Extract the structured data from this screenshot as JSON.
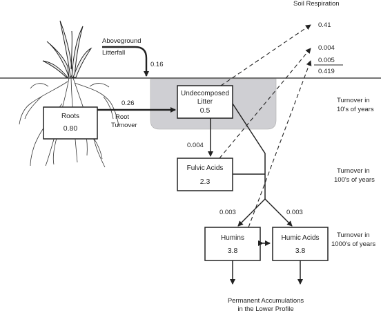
{
  "header": {
    "soil_respiration": "Soil Respiration"
  },
  "aboveground": {
    "line1": "Aboveground",
    "line2": "Litterfall",
    "rate": "0.16"
  },
  "roots": {
    "label": "Roots",
    "value": "0.80"
  },
  "root_turnover": {
    "line1": "Root",
    "line2": "Turnover",
    "rate": "0.26"
  },
  "litter": {
    "line1": "Undecomposed",
    "line2": "Litter",
    "value": "0.5"
  },
  "fulvic": {
    "label": "Fulvic Acids",
    "value": "2.3",
    "rate_in": "0.004"
  },
  "humins": {
    "label": "Humins",
    "value": "3.8",
    "rate_in": "0.003"
  },
  "humic": {
    "label": "Humic Acids",
    "value": "3.8",
    "rate_in": "0.003"
  },
  "respiration": {
    "r1": "0.41",
    "r2": "0.004",
    "r3": "0.005",
    "total": "0.419"
  },
  "turnover": {
    "t1_line1": "Turnover in",
    "t1_line2": "10's of years",
    "t2_line1": "Turnover in",
    "t2_line2": "100's of years",
    "t3_line1": "Turnover in",
    "t3_line2": "1000's of years"
  },
  "bottom": {
    "line1": "Permanent Accumulations",
    "line2": "in the Lower Profile"
  },
  "colors": {
    "ink": "#222222",
    "litter_zone": "#cfcfd3"
  },
  "icons": {
    "plant": "plant-illustration-icon",
    "roots": "root-system-illustration-icon"
  }
}
